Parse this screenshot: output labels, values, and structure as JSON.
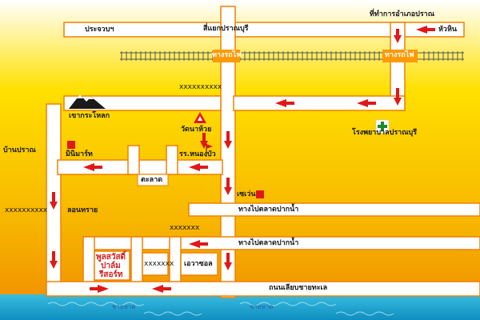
{
  "colors": {
    "road": "#ffffff",
    "road_border": "#f08000",
    "arrow": "#e01818",
    "sea": "#1fa7d0",
    "bg_top": "#ffffff",
    "bg_mid": "#f6c400",
    "bg_bottom": "#f08a00",
    "marker": "#e01818",
    "rail_label_bg": "#ff9900"
  },
  "labels": {
    "amphoe": "ที่ทำการอำเภอปราณ",
    "huahin": "หัวหิน",
    "prachuap": "ประจวบฯ",
    "sayaek": "สี่แยกปราณบุรี",
    "railway_left": "ทางรถไฟ",
    "railway_right": "ทางรถไฟ",
    "x_top": "xxxxxxxxxx",
    "mountain": "เขากระโหลก",
    "temple": "วัดนาห้วย",
    "hospital": "โรงพยาบาลปราณบุรี",
    "ban_pran": "บ้านปราณ",
    "minimart": "มินิมาร์ท",
    "school": "รร.หนองบัว",
    "market": "ตะลาด",
    "seven": "เซเว่น",
    "to_market_1": "ทางไปตลาดปากน้ำ",
    "x_left": "xxxxxxxxxx",
    "lon_sai": "ลอนทราย",
    "x_mid": "xxxxxxx",
    "to_market_2": "ทางไปตลาดปากน้ำ",
    "resort_l1": "พูลสวัสดิ์",
    "resort_l2": "ปาล์ม",
    "resort_l3": "รีสอร์ท",
    "x_small": "xxxxxxx",
    "echo": "เอวาซอล",
    "beach_road": "ถนนเลียบชายทะเล",
    "sea_left": "ชายหาด",
    "sea_right": "ชายหาด"
  }
}
